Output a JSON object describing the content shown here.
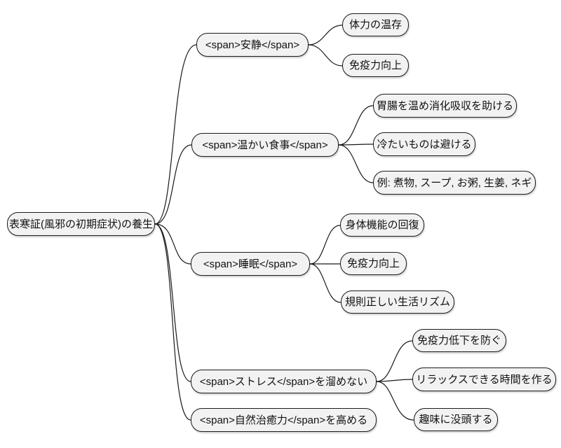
{
  "diagram": {
    "type": "mindmap",
    "background_color": "#ffffff",
    "node_fill_color": "#f2f2f2",
    "node_border_color": "#1a1a1a",
    "edge_color": "#1a1a1a",
    "root": {
      "label": "表寒証(風邪の初期症状)の養生"
    },
    "branches": [
      {
        "label": "<span>安静</span>",
        "children": [
          {
            "label": "体力の温存"
          },
          {
            "label": "免疫力向上"
          }
        ]
      },
      {
        "label": "<span>温かい食事</span>",
        "children": [
          {
            "label": "胃腸を温め消化吸収を助ける"
          },
          {
            "label": "冷たいものは避ける"
          },
          {
            "label": "例: 煮物, スープ, お粥, 生姜, ネギ"
          }
        ]
      },
      {
        "label": "<span>睡眠</span>",
        "children": [
          {
            "label": "身体機能の回復"
          },
          {
            "label": "免疫力向上"
          },
          {
            "label": "規則正しい生活リズム"
          }
        ]
      },
      {
        "label": "<span>ストレス</span>を溜めない",
        "children": [
          {
            "label": "免疫力低下を防ぐ"
          },
          {
            "label": "リラックスできる時間を作る"
          },
          {
            "label": "趣味に没頭する"
          }
        ]
      },
      {
        "label": "<span>自然治癒力</span>を高める",
        "children": []
      }
    ]
  }
}
